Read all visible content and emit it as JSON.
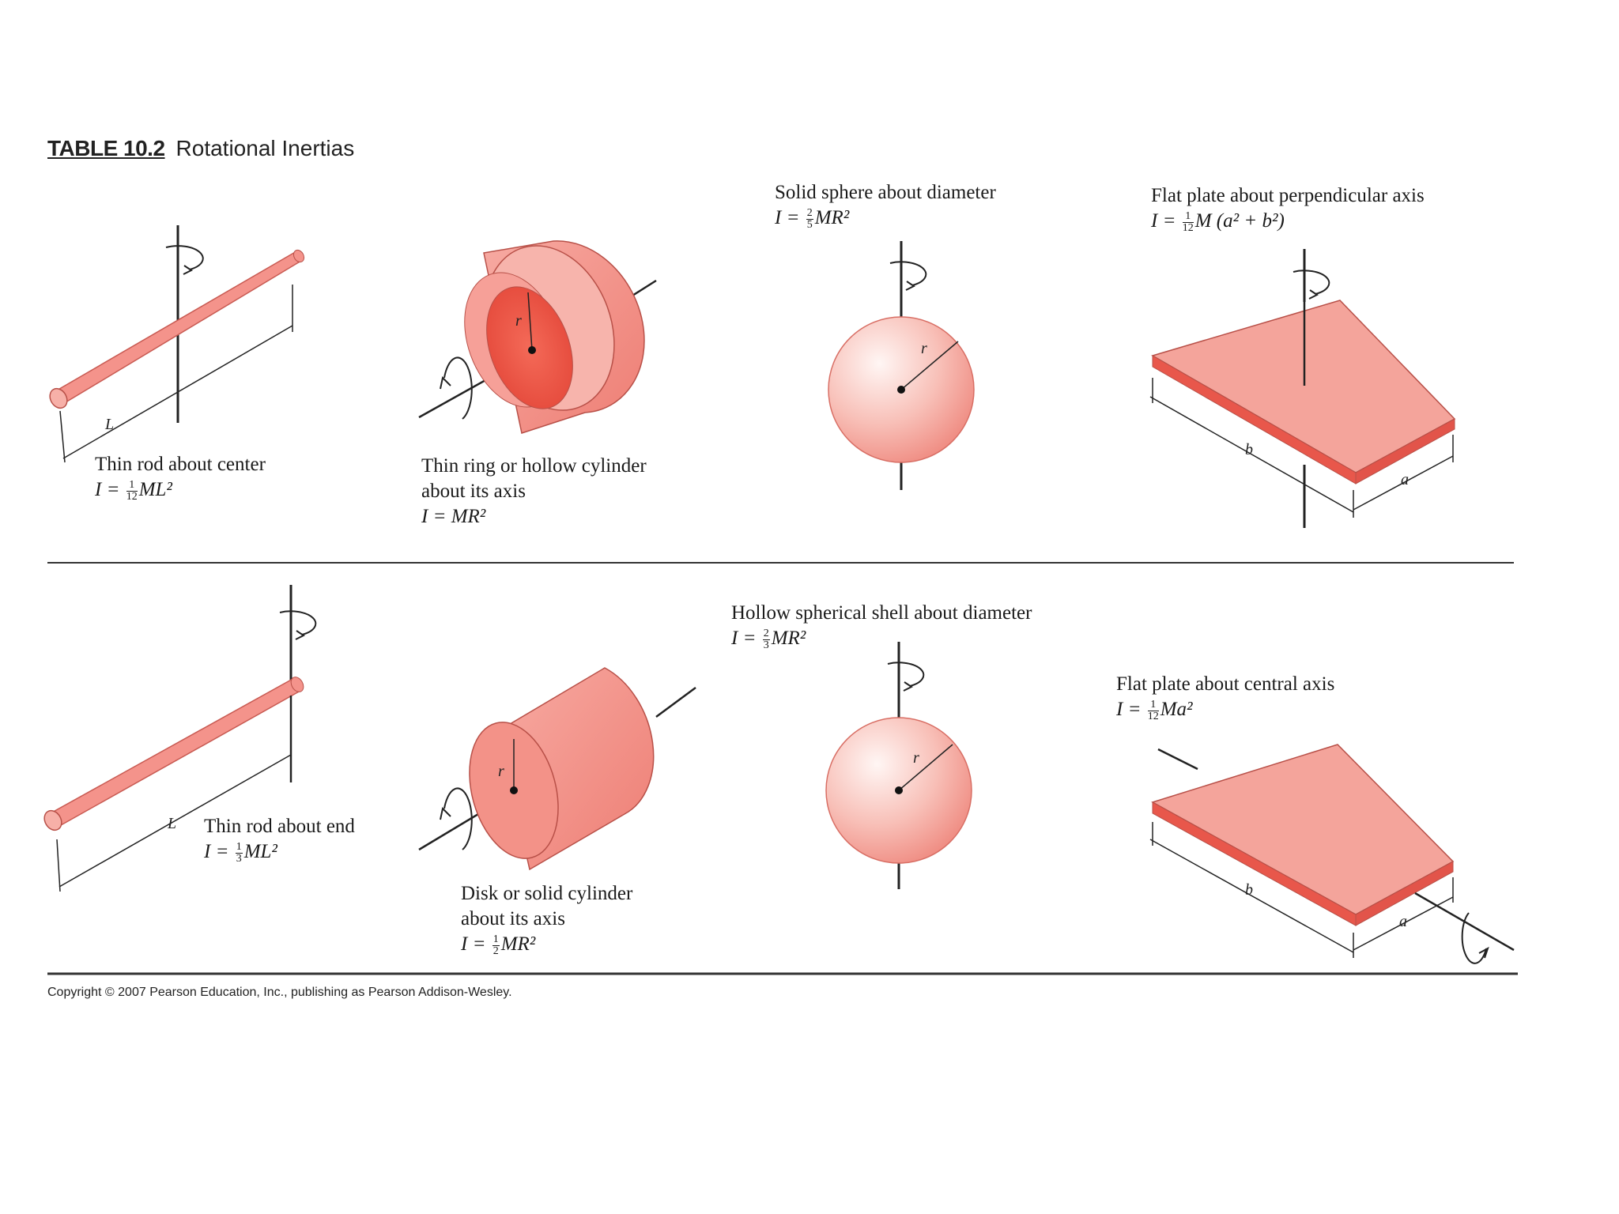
{
  "table": {
    "number": "TABLE 10.2",
    "title": "Rotational Inertias"
  },
  "items": [
    {
      "caption": [
        "Thin rod about center"
      ],
      "formula": {
        "lhs": "I = ",
        "frac": [
          "1",
          "12"
        ],
        "rest": "ML²"
      }
    },
    {
      "caption": [
        "Thin ring or hollow cylinder",
        "about its axis"
      ],
      "formula": {
        "lhs": "I = MR²",
        "frac": null,
        "rest": ""
      }
    },
    {
      "caption": [
        "Solid sphere about diameter"
      ],
      "formula": {
        "lhs": "I = ",
        "frac": [
          "2",
          "5"
        ],
        "rest": "MR²"
      }
    },
    {
      "caption": [
        "Flat plate about perpendicular axis"
      ],
      "formula": {
        "lhs": "I = ",
        "frac": [
          "1",
          "12"
        ],
        "rest": "M (a² + b²)"
      }
    },
    {
      "caption": [
        "Thin rod about end"
      ],
      "formula": {
        "lhs": "I = ",
        "frac": [
          "1",
          "3"
        ],
        "rest": "ML²"
      }
    },
    {
      "caption": [
        "Disk or solid cylinder",
        "about its axis"
      ],
      "formula": {
        "lhs": "I = ",
        "frac": [
          "1",
          "2"
        ],
        "rest": "MR²"
      }
    },
    {
      "caption": [
        "Hollow spherical shell about diameter"
      ],
      "formula": {
        "lhs": "I = ",
        "frac": [
          "2",
          "3"
        ],
        "rest": "MR²"
      }
    },
    {
      "caption": [
        "Flat plate about central axis"
      ],
      "formula": {
        "lhs": "I = ",
        "frac": [
          "1",
          "12"
        ],
        "rest": "Ma²"
      }
    }
  ],
  "labels": {
    "length": "L",
    "radius": "r",
    "side_a": "a",
    "side_b": "b"
  },
  "copyright": "Copyright © 2007 Pearson Education, Inc., publishing as Pearson Addison-Wesley.",
  "colors": {
    "object_fill": "#f4918a",
    "object_light": "#f9c2bb",
    "object_dark": "#e2544a",
    "rule": "#333333"
  }
}
